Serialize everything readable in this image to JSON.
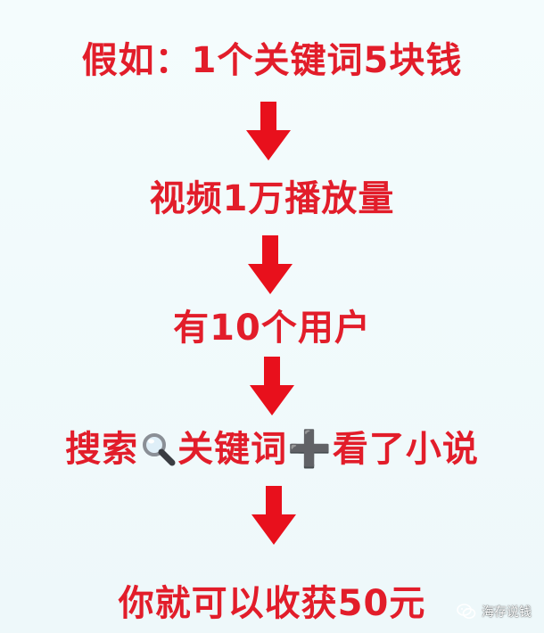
{
  "steps": [
    {
      "text": "假如：1个关键词5块钱"
    },
    {
      "text": "视频1万播放量"
    },
    {
      "text": "有10个用户"
    },
    {
      "before": "搜索",
      "icon": "magnifier-icon",
      "middle": "关键词",
      "plus": "➕",
      "after": "看了小说"
    },
    {
      "text": "你就可以收获50元"
    }
  ],
  "watermark": {
    "text": "海存说钱",
    "icon": "wechat-icon"
  },
  "colors": {
    "text": "#e21d2a",
    "arrow": "#e8101c",
    "background": "#f2fbfc"
  }
}
